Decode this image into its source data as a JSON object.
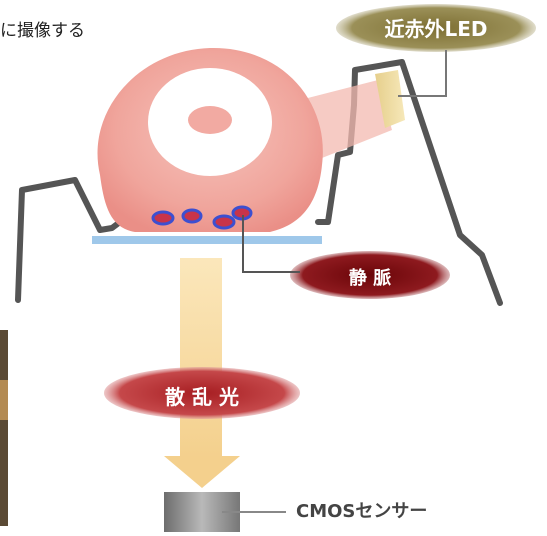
{
  "header_text": "に撮像する",
  "labels": {
    "led": "近赤外LED",
    "vein": "静 脈",
    "scatter": "散 乱 光",
    "sensor": "CMOSセンサー"
  },
  "colors": {
    "led_badge": "#8b7f43",
    "vein_badge": "#7a0f14",
    "scatter_badge": "#b23032",
    "finger": "#f1a9a0",
    "beam": "#f7dca4",
    "plate": "#9fc8ea"
  }
}
